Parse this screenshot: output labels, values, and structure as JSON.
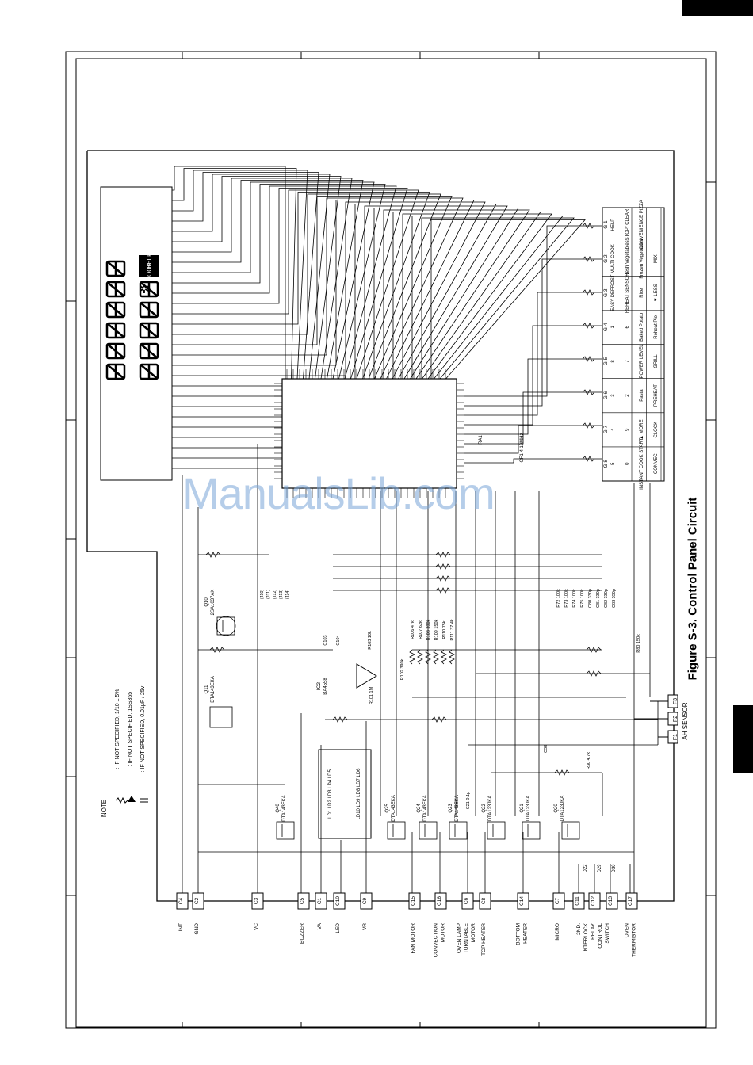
{
  "figure_title": "Figure S-3. Control Panel Circuit",
  "watermark": "ManualsLib.com",
  "note": {
    "heading": "NOTE",
    "lines": [
      ": IF NOT SPECIFIED,  1/10 ± 5%",
      ": IF NOT SPECIFIED,  1SS355",
      ": IF NOT SPECIFIED,  0.01μF / 25v"
    ]
  },
  "connectors": [
    {
      "pin": "C4",
      "label": "INT"
    },
    {
      "pin": "C2",
      "label": "GND"
    },
    {
      "pin": "C3",
      "label": "VC"
    },
    {
      "pin": "C5",
      "label": "BUZZER"
    },
    {
      "pin": "C1",
      "label": "VA"
    },
    {
      "pin": "C10",
      "label": "LED"
    },
    {
      "pin": "C9",
      "label": "VR"
    },
    {
      "pin": "C15",
      "label": "FAN MOTOR"
    },
    {
      "pin": "C16",
      "label": "CONVECTION MOTOR"
    },
    {
      "pin": "C6",
      "label": "OVEN LAMP TURNTABLE MOTOR"
    },
    {
      "pin": "C8",
      "label": "TOP HEATER"
    },
    {
      "pin": "C14",
      "label": "BOTTOM HEATER"
    },
    {
      "pin": "C7",
      "label": "MICRO"
    },
    {
      "pin": "C11",
      "label": ""
    },
    {
      "pin": "C12",
      "label": "2ND. INTERLOCK RELAY CONTROL SWITCH"
    },
    {
      "pin": "C13",
      "label": ""
    },
    {
      "pin": "C17",
      "label": "OVEN THERMISTOR"
    }
  ],
  "ah_sensor": {
    "label": "AH SENSOR",
    "pins": [
      "F1",
      "F2",
      "F3"
    ]
  },
  "transistors": [
    {
      "ref": "Q40",
      "part": "DTA143EKA"
    },
    {
      "ref": "Q25",
      "part": "DTA143EKA"
    },
    {
      "ref": "Q24",
      "part": "DTA143EKA"
    },
    {
      "ref": "Q23",
      "part": "DTA143EKA"
    },
    {
      "ref": "Q22",
      "part": "DTA123JKA"
    },
    {
      "ref": "Q21",
      "part": "DTA123JKA"
    },
    {
      "ref": "Q20",
      "part": "DTA123JKA"
    },
    {
      "ref": "Q11",
      "part": "DTA143EKA"
    },
    {
      "ref": "Q10",
      "part": "2SA1037AK"
    }
  ],
  "ic2": {
    "ref": "IC2",
    "part": "BA4558"
  },
  "leds": [
    "LD1 LD2 LD3 LD4 LD5",
    "LD10 LD9 LD8 LD7 LD6"
  ],
  "diodes": [
    "D22",
    "D29",
    "D30"
  ],
  "resistors": [
    "R72 100k",
    "R73 100k",
    "R74 100k",
    "R75 100k",
    "R106 47k",
    "R107 62k",
    "R108 390k",
    "R109 150k",
    "R110 75k",
    "R111 37.4k",
    "R101 1M",
    "R102 390k",
    "R103 10k",
    "R30 4.7k",
    "R80 150k"
  ],
  "capacitors": [
    "C80 330p",
    "C81 330p",
    "C82 330p",
    "C83 330p",
    "C103",
    "C104",
    "C30",
    "C21 0.1μ"
  ],
  "crystal": "CF1 4.19MHz",
  "res_array": "RA1",
  "jumpers": [
    "(J10)",
    "(J11)",
    "(J12)",
    "(J13)",
    "(J14)"
  ],
  "key_matrix": {
    "headers": [
      "G 1",
      "G 2",
      "G 3",
      "G 4",
      "G 5",
      "G 6",
      "G 7",
      "G 8"
    ],
    "rows": [
      [
        "HELP",
        "MULTI COOK",
        "EASY DEFROST",
        "1",
        "8",
        "3",
        "4",
        "5"
      ],
      [
        "STOP/ CLEAR",
        "Fresh Vegetables",
        "REHEAT SENSOR",
        "6",
        "7",
        "2",
        "9",
        "0"
      ],
      [
        "CONVENIENCE PIZZA",
        "Frozen Vegetables",
        "Rice",
        "Baked Potato",
        "POWER LEVEL",
        "Pasta",
        "▲ MORE",
        "INSTANT COOK START"
      ],
      [
        "",
        "MIX",
        "▼ LESS",
        "Reheat Pie",
        "GRILL",
        "PREHEAT",
        "CLOCK",
        "CONVEC"
      ]
    ]
  },
  "display": {
    "indicators": [
      "COOK",
      "HELP"
    ]
  }
}
